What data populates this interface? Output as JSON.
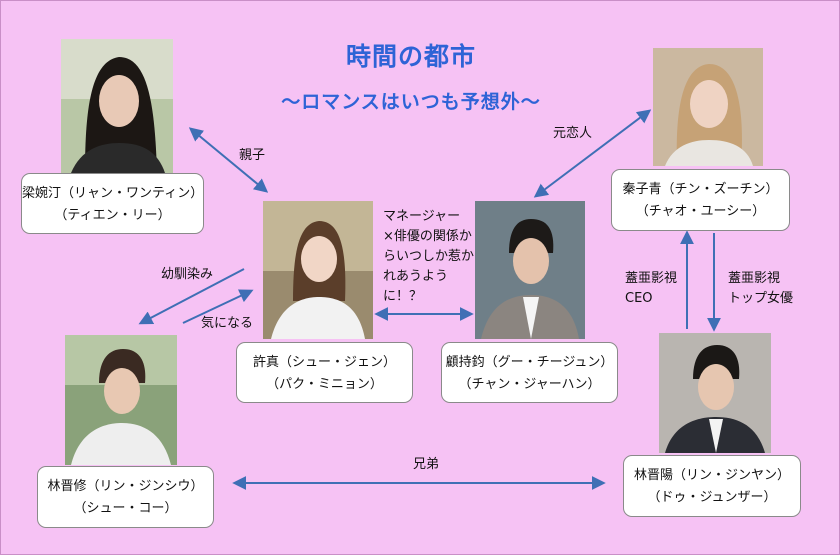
{
  "title": "時間の都市",
  "subtitle": "～ロマンスはいつも予想外～",
  "people": {
    "liang": {
      "name": "梁婉汀（リャン・ワンティン）",
      "actor": "（ティエン・リー）",
      "photo": "woman-dark-hair-photo"
    },
    "xu": {
      "name": "許真（シュー・ジェン）",
      "actor": "（パク・ミニョン）",
      "photo": "woman-ponytail-photo"
    },
    "gu": {
      "name": "顧持鈞（グー・チージュン）",
      "actor": "（チャン・ジャーハン）",
      "photo": "man-blazer-photo"
    },
    "qin": {
      "name": "秦子青（チン・ズーチン）",
      "actor": "（チャオ・ユーシー）",
      "photo": "woman-blonde-photo"
    },
    "linjinxiu": {
      "name": "林晋修（リン・ジンシウ）",
      "actor": "（シュー・コー）",
      "photo": "man-white-jacket-photo"
    },
    "linjinyang": {
      "name": "林晋陽（リン・ジンヤン）",
      "actor": "（ドゥ・ジュンザー）",
      "photo": "man-suit-photo"
    }
  },
  "relations": {
    "parent_child": "親子",
    "ex_lover": "元恋人",
    "childhood_friend": "幼馴染み",
    "interested": "気になる",
    "manager_lines": [
      "マネージャー",
      "×俳優の関係か",
      "らいつしか惹か",
      "れあうよう",
      "に！？"
    ],
    "ceo_lines": [
      "蓋亜影視",
      "CEO"
    ],
    "top_actress_lines": [
      "蓋亜影視",
      "トップ女優"
    ],
    "brothers": "兄弟"
  },
  "colors": {
    "background": "#f6c2f4",
    "title": "#2e63d6",
    "arrow": "#3f6fb5"
  }
}
